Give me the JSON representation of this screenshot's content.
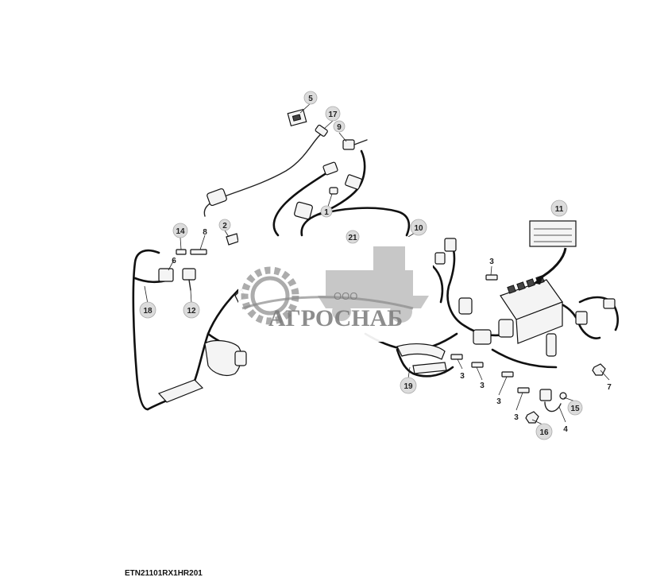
{
  "figure_id": "ETN21101RX1HR201",
  "watermark": {
    "org": "ООО",
    "name": "АГРОСНАБ"
  },
  "callouts": {
    "c1": "1",
    "c2": "2",
    "c3a": "3",
    "c3b": "3",
    "c3c": "3",
    "c3d": "3",
    "c3e": "3",
    "c4": "4",
    "c5": "5",
    "c6": "6",
    "c7": "7",
    "c8": "8",
    "c9": "9",
    "c10": "10",
    "c11": "11",
    "c12": "12",
    "c14": "14",
    "c15": "15",
    "c16": "16",
    "c17": "17",
    "c18": "18",
    "c19": "19",
    "c21": "21"
  }
}
